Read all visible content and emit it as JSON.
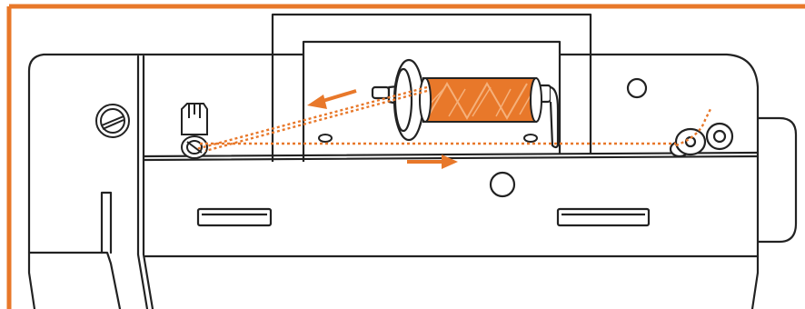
{
  "diagram": {
    "subject": "sewing-machine-top-view-bobbin-winding-thread-path",
    "colors": {
      "frame": "#E8782A",
      "thread": "#E8782A",
      "spool": "#E8782A",
      "spool_light": "#F5B07A",
      "outline": "#222222",
      "background": "#FFFFFF"
    },
    "icons": [
      "frame-border",
      "machine-body-outline",
      "handle",
      "spool-pin",
      "spool-cap",
      "thread-spool",
      "thread-guide",
      "tension-disc",
      "bobbin-winder",
      "direction-arrow-left",
      "direction-arrow-right",
      "stitch-dial",
      "slot-left",
      "slot-right",
      "hole-center",
      "hole-top-right",
      "handwheel"
    ],
    "arrows": [
      {
        "name": "arrow-toward-thread-guide",
        "direction": "left"
      },
      {
        "name": "arrow-toward-bobbin-winder",
        "direction": "right"
      }
    ]
  }
}
